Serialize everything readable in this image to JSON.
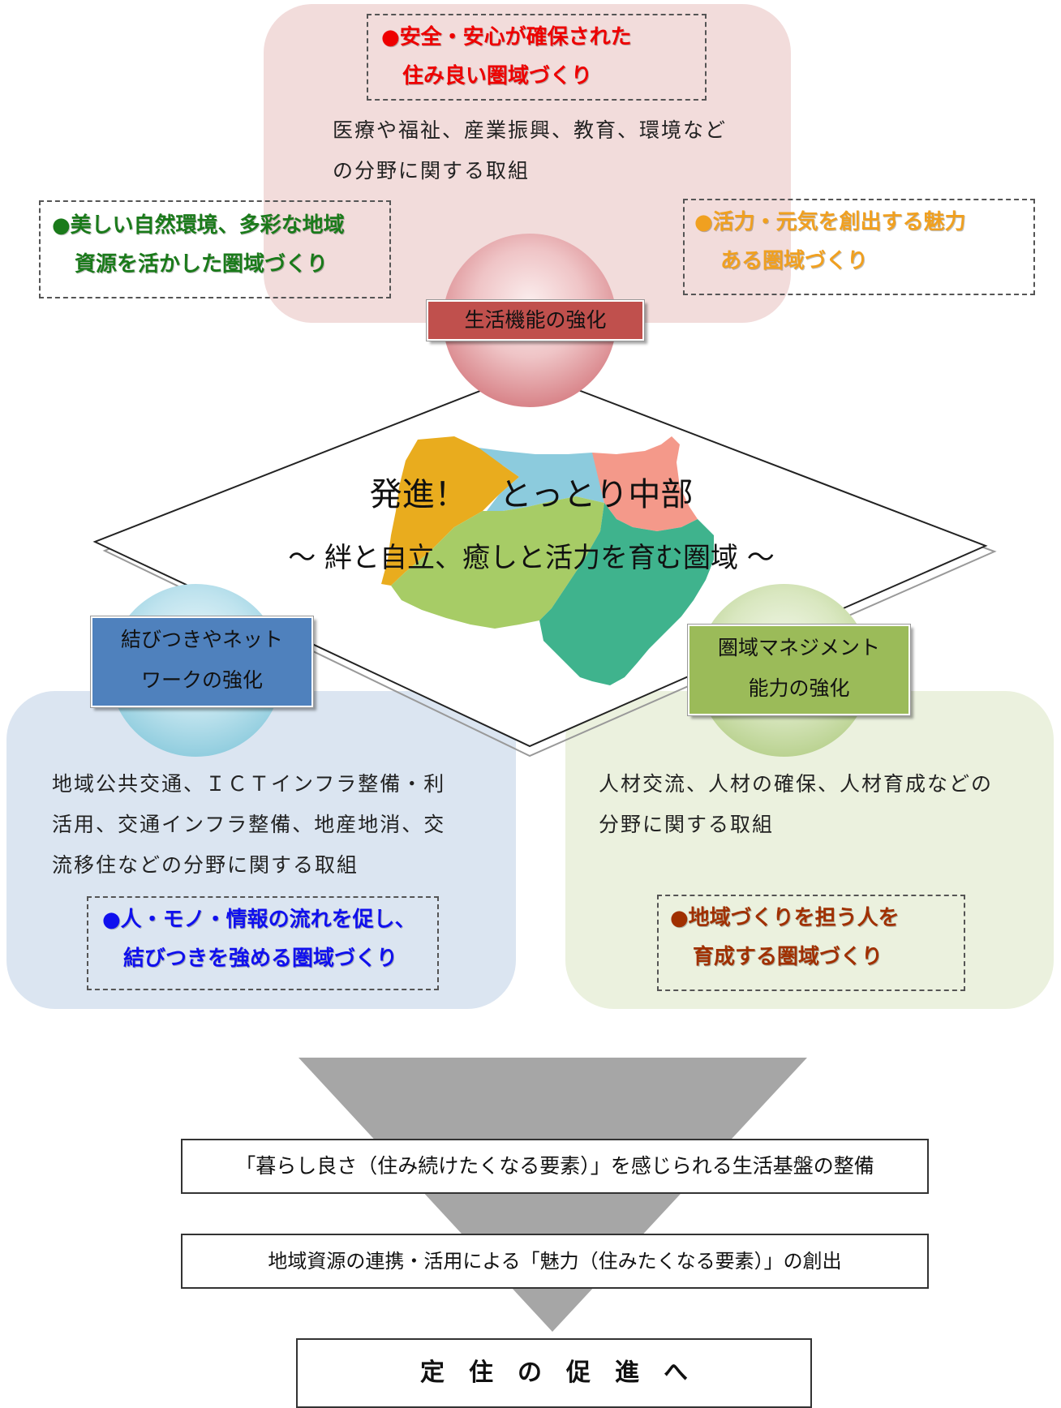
{
  "top": {
    "goal": [
      "●安全・安心が確保された",
      "住み良い圏域づくり"
    ],
    "body": [
      "医療や福祉、産業振興、教育、環境など",
      "の分野に関する取組"
    ]
  },
  "left_goal": [
    "●美しい自然環境、多彩な地域",
    "資源を活かした圏域づくり"
  ],
  "right_goal": [
    "●活力・元気を創出する魅力",
    "ある圏域づくり"
  ],
  "tags": {
    "life": "生活機能の強化",
    "network": [
      "結びつきやネット",
      "ワークの強化"
    ],
    "management": [
      "圏域マネジメント",
      "能力の強化"
    ]
  },
  "center": {
    "title": "発進！　とっとり中部",
    "subtitle": "～ 絆と自立、癒しと活力を育む圏域 ～"
  },
  "blue": {
    "body": [
      "地域公共交通、ＩＣＴインフラ整備・利",
      "活用、交通インフラ整備、地産地消、交",
      "流移住などの分野に関する取組"
    ],
    "goal": [
      "●人・モノ・情報の流れを促し、",
      "結びつきを強める圏域づくり"
    ]
  },
  "green": {
    "body": [
      "人材交流、人材の確保、人材育成などの",
      "分野に関する取組"
    ],
    "goal": [
      "●地域づくりを担う人を",
      "育成する圏域づくり"
    ]
  },
  "flow": {
    "step1": "「暮らし良さ（住み続けたくなる要素）」を感じられる生活基盤の整備",
    "step2": "地域資源の連携・活用による「魅力（住みたくなる要素）」の創出",
    "final": "定　住　の　促　進　へ"
  },
  "colors": {
    "red": "#ee0000",
    "green": "#1a7a1a",
    "orange": "#f0a020",
    "blue": "#1010ee",
    "brown": "#a03000",
    "tag_red": "#c0504d",
    "tag_blue": "#4f81bd",
    "tag_green": "#9bbb59"
  }
}
